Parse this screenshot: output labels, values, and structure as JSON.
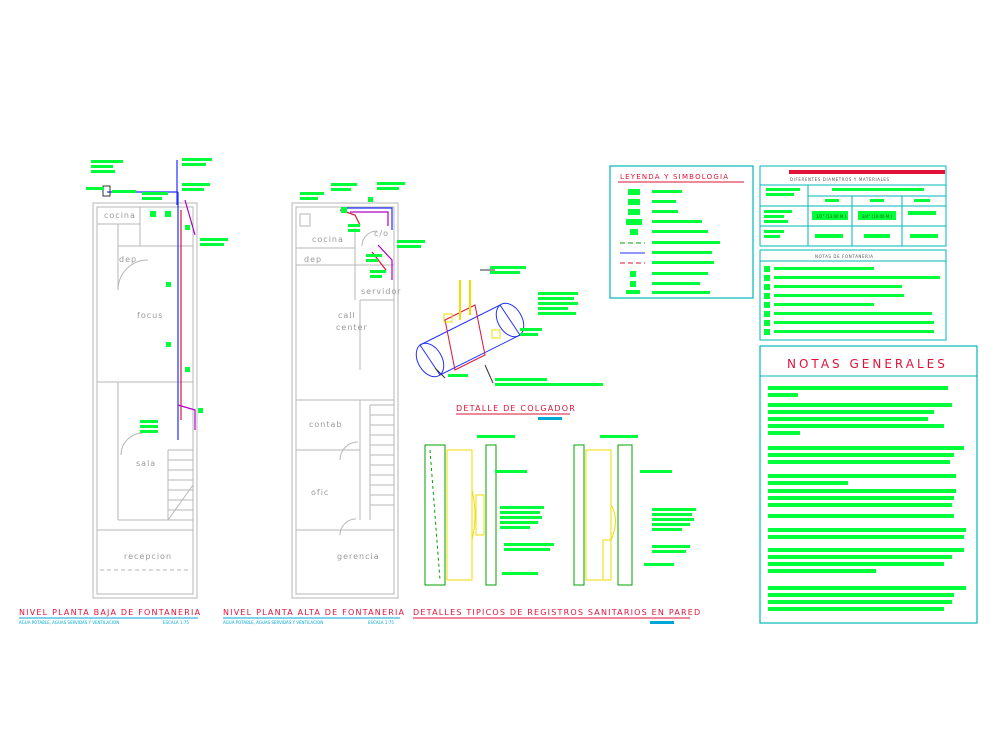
{
  "colors": {
    "wall": "#b7b7b7",
    "title": "#e0123a",
    "subtitle": "#00a7d6",
    "tag_fill": "#00ff3a",
    "pipe_cold": "#2030ff",
    "pipe_hot": "#e0123a",
    "pipe_vent": "#b000c8",
    "detail_yellow": "#f2dc00",
    "panel_border": "#00b8b8"
  },
  "plan_ground": {
    "rooms": [
      "cocina",
      "dep",
      "focus",
      "sala",
      "recepcion"
    ],
    "title": "NIVEL PLANTA BAJA DE FONTANERIA",
    "subtitle": "AGUA POTABLE, AGUAS SERVIDAS Y VENTILACION",
    "scale": "ESCALA 1:75"
  },
  "plan_upper": {
    "rooms": [
      "cocina",
      "c/o",
      "dep",
      "servidor",
      "call",
      "center",
      "contab",
      "ofic",
      "gerencia"
    ],
    "title": "NIVEL PLANTA ALTA DE FONTANERIA",
    "subtitle": "AGUA POTABLE, AGUAS SERVIDAS Y VENTILACION",
    "scale": "ESCALA 1:75"
  },
  "detail_colgador": {
    "title": "DETALLE DE COLGADOR"
  },
  "detail_registros": {
    "title": "DETALLES TIPICOS DE REGISTROS SANITARIOS EN PARED"
  },
  "legend": {
    "title": "LEYENDA Y SIMBOLOGIA"
  },
  "diameters": {
    "title": "DIFERENTES DIAMETROS Y MATERIALES",
    "cells": [
      "1/2\" (13.00 M.)",
      "3/4\" (19.00 M.)"
    ]
  },
  "notes_fontaneria": {
    "title": "NOTAS DE FONTANERIA"
  },
  "notas_generales": {
    "title": "NOTAS GENERALES"
  }
}
